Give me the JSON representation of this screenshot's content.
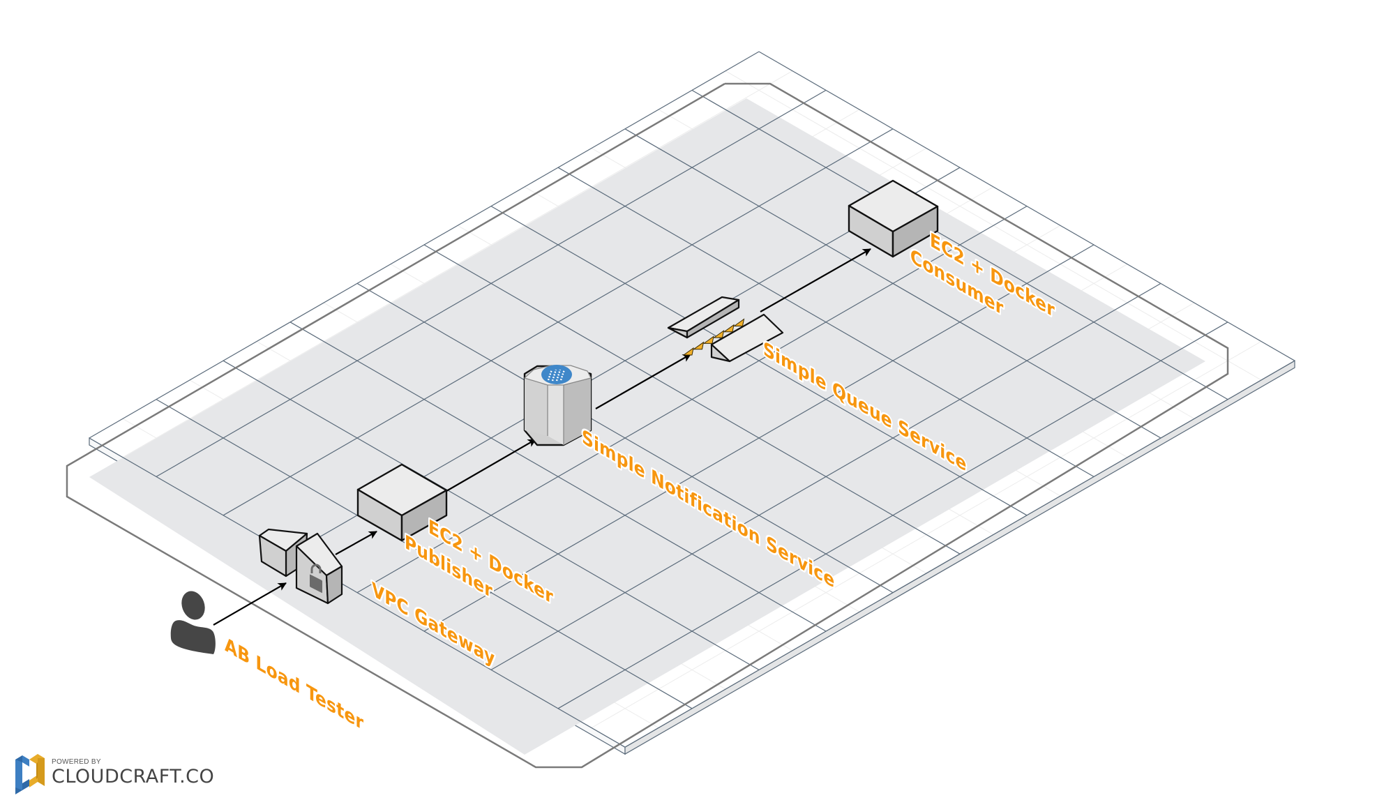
{
  "diagram": {
    "title": "AWS pub/sub load test architecture",
    "grid": {
      "columns": 8,
      "rows": 10
    },
    "nodes": [
      {
        "id": "ab-load-tester",
        "type": "user",
        "label": "AB Load Tester"
      },
      {
        "id": "vpc-gateway",
        "type": "internet-gateway",
        "label": "VPC Gateway"
      },
      {
        "id": "ec2-publisher",
        "type": "ec2",
        "label_line1": "EC2 + Docker",
        "label_line2": "Publisher"
      },
      {
        "id": "sns",
        "type": "sns",
        "label": "Simple Notification Service"
      },
      {
        "id": "sqs",
        "type": "sqs",
        "label": "Simple Queue Service"
      },
      {
        "id": "ec2-consumer",
        "type": "ec2",
        "label_line1": "EC2 + Docker",
        "label_line2": "Consumer"
      }
    ],
    "edges": [
      {
        "from": "ab-load-tester",
        "to": "vpc-gateway"
      },
      {
        "from": "vpc-gateway",
        "to": "ec2-publisher"
      },
      {
        "from": "ec2-publisher",
        "to": "sns"
      },
      {
        "from": "sns",
        "to": "sqs"
      },
      {
        "from": "sqs",
        "to": "ec2-consumer"
      }
    ],
    "icons": {
      "user": "user-silhouette-icon",
      "gateway": "vpc-gateway-icon",
      "lock": "lock-icon",
      "ec2": "ec2-instance-icon",
      "sns": "sns-topic-icon",
      "sqs": "sqs-queue-icon"
    }
  },
  "colors": {
    "label": "#f7960f",
    "grid_line": "#5a6a7a",
    "zone_fill": "#e6e7e9",
    "outline": "#7a7a7a",
    "sns_badge": "#3f87c9",
    "sqs_message": "#f2b12b",
    "node_top": "#ececec",
    "node_left": "#d0d0d0",
    "node_right": "#b5b5b5",
    "user_fill": "#464646"
  },
  "branding": {
    "powered_by": "POWERED BY",
    "name": "CLOUDCRAFT.CO",
    "logo_colors": {
      "blue": "#3d7fc2",
      "gold": "#e8ac2a"
    }
  }
}
